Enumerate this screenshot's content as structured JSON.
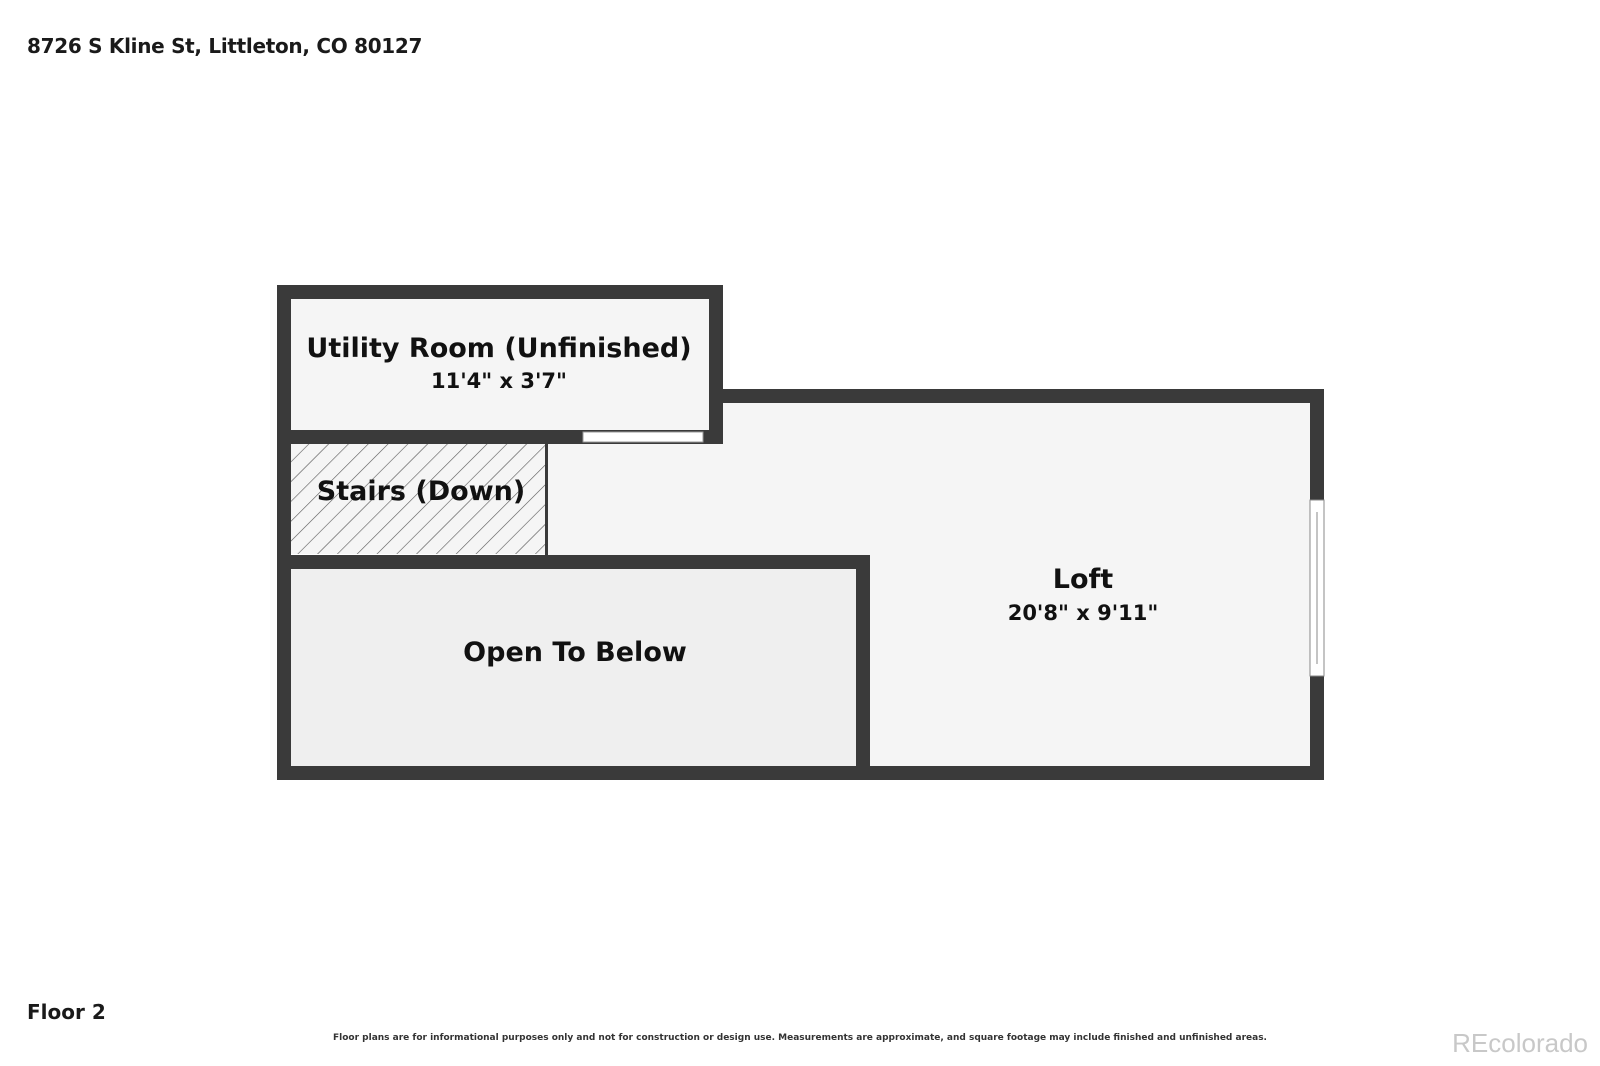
{
  "header": {
    "address": "8726 S Kline St, Littleton, CO 80127"
  },
  "footer": {
    "floor": "Floor 2",
    "disclaimer": "Floor plans are for informational purposes only and not for construction or design use. Measurements are approximate, and square footage may include finished and unfinished areas.",
    "watermark": "REcolorado"
  },
  "rooms": {
    "utility": {
      "name": "Utility Room (Unfinished)",
      "dims": "11'4\" x 3'7\""
    },
    "stairs": {
      "name": "Stairs (Down)"
    },
    "open_below": {
      "name": "Open To Below"
    },
    "loft": {
      "name": "Loft",
      "dims": "20'8\" x 9'11\""
    }
  },
  "colors": {
    "wall": "#3a3a3a",
    "floor": "#f5f5f5",
    "open_floor": "#efefef",
    "hatch": "#555555"
  }
}
